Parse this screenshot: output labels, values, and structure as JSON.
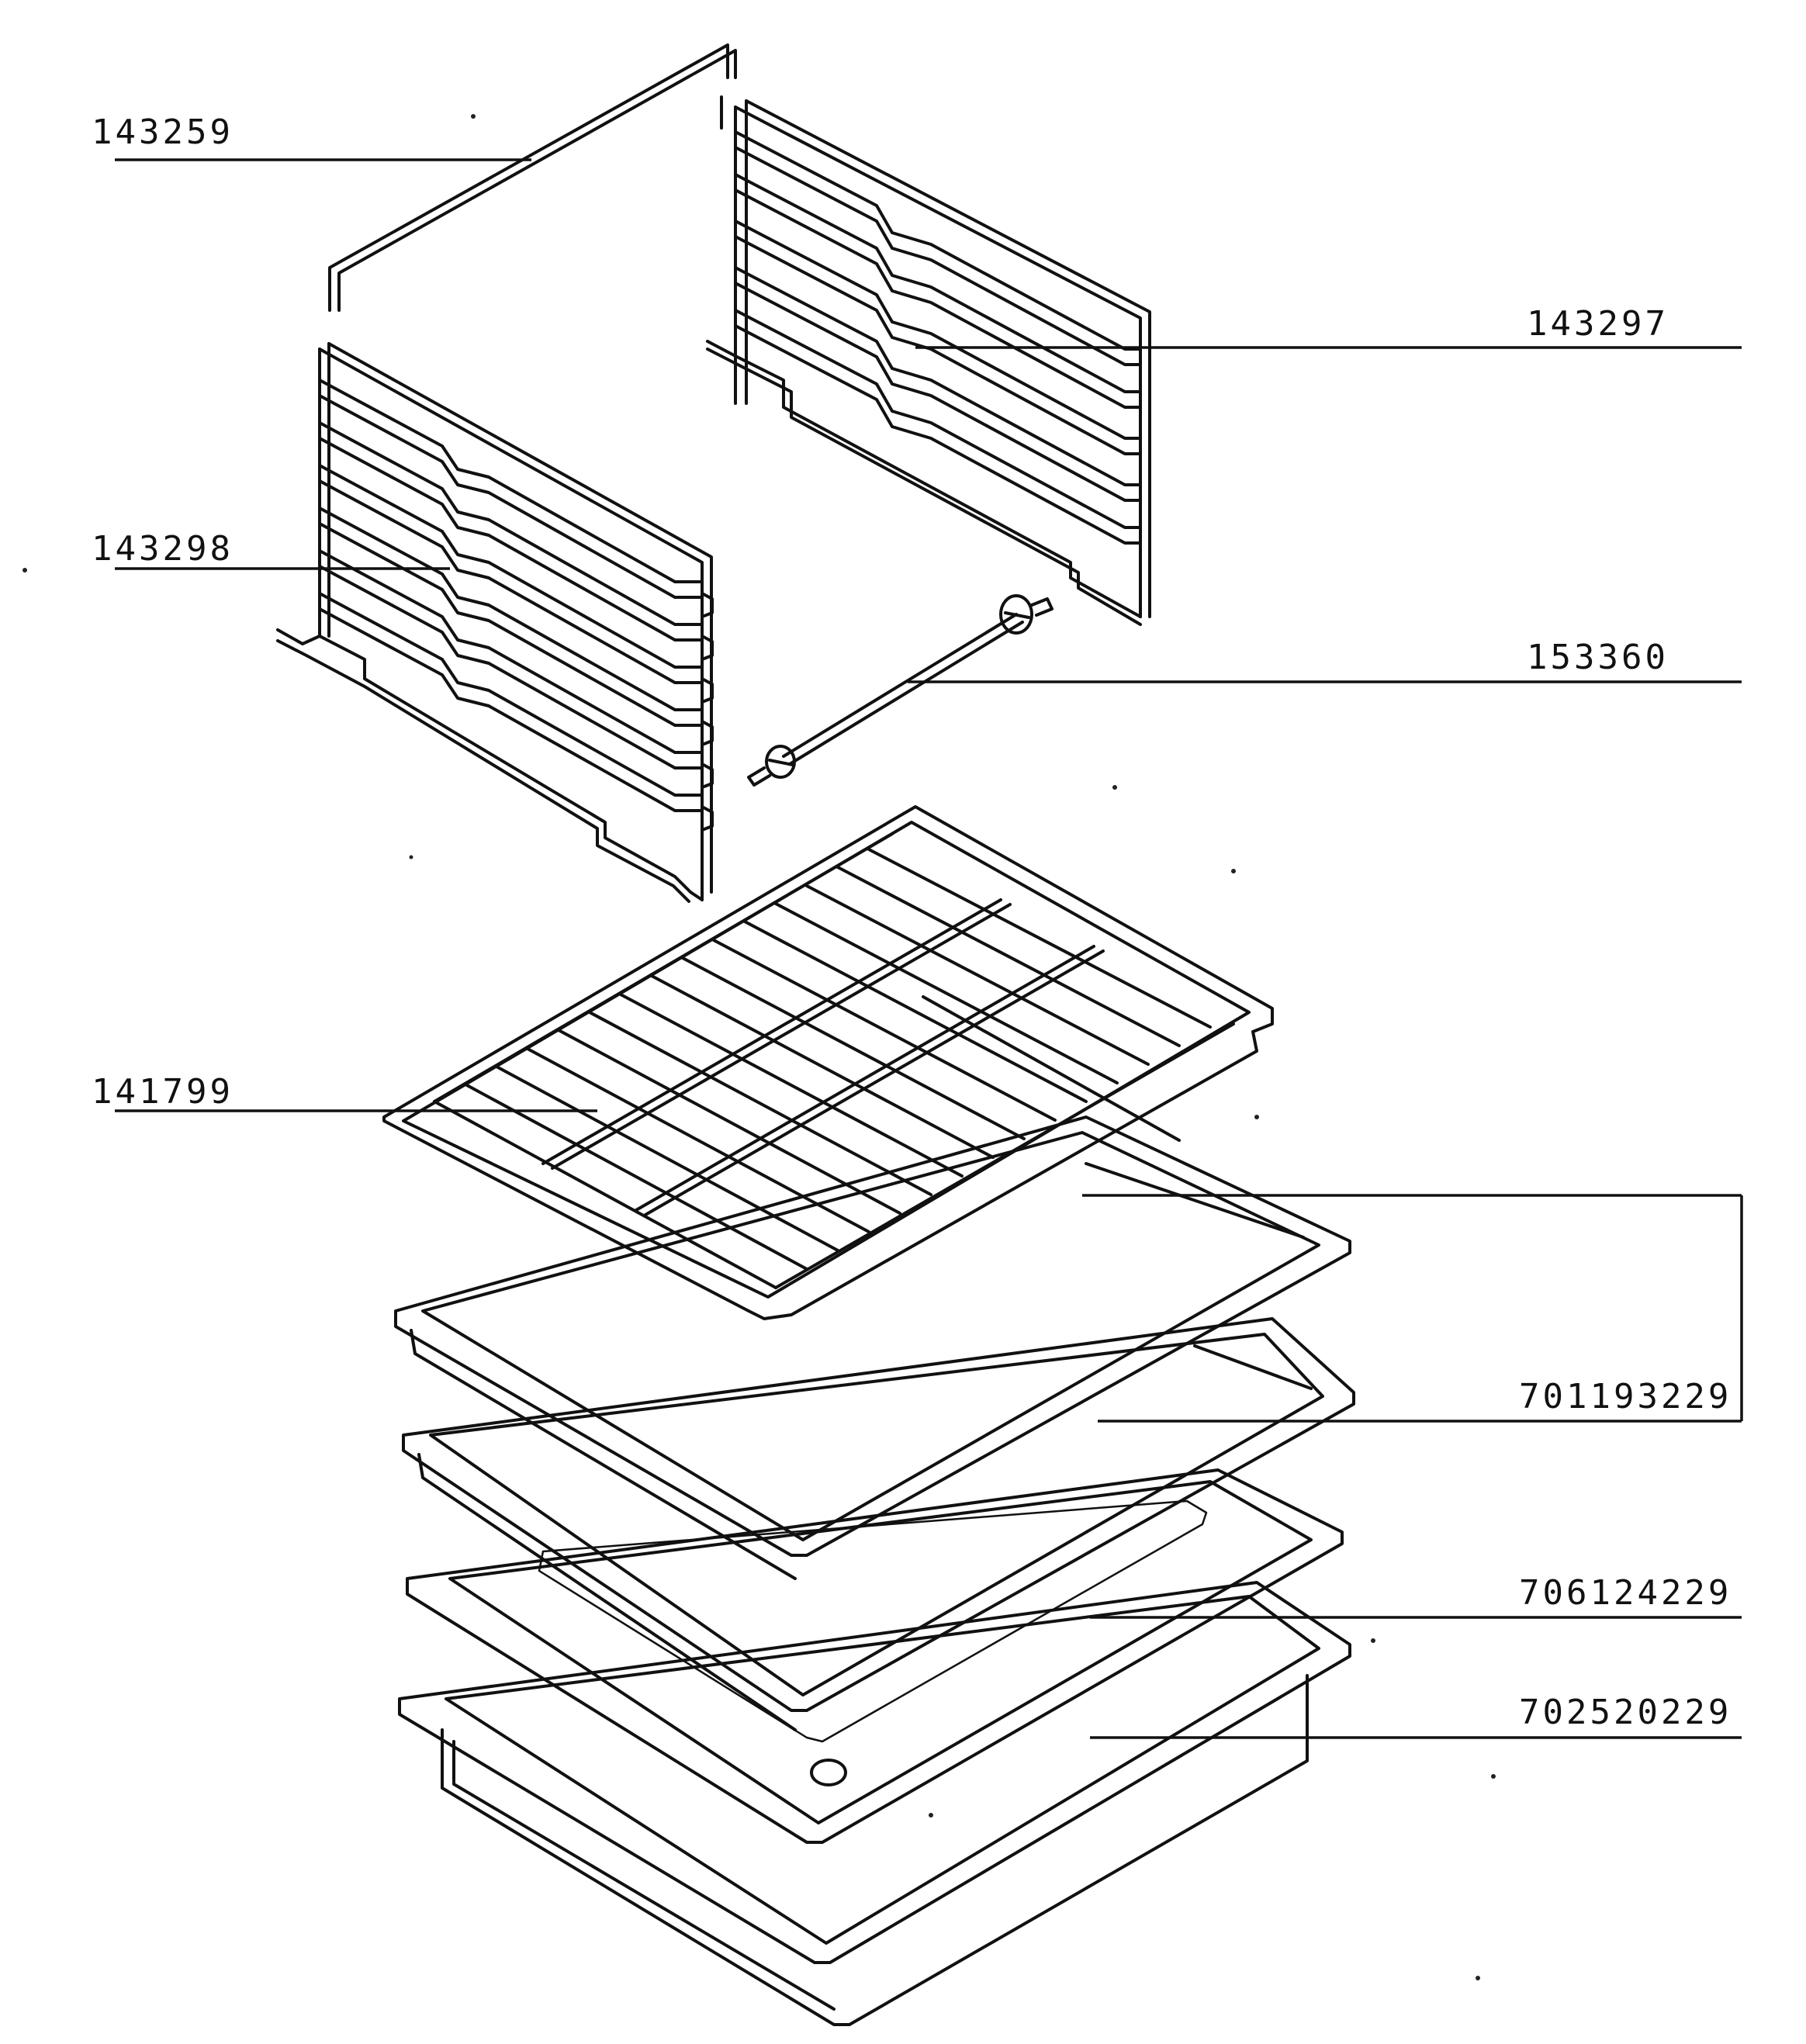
{
  "labels": {
    "p143259": "143259",
    "p143297": "143297",
    "p143298": "143298",
    "p153360": "153360",
    "p141799": "141799",
    "p701193229": "701193229",
    "p706124229": "706124229",
    "p702520229": "702520229"
  },
  "colors": {
    "ink": "#111111",
    "paper": "#ffffff",
    "mesh": "#bbbbbb"
  }
}
